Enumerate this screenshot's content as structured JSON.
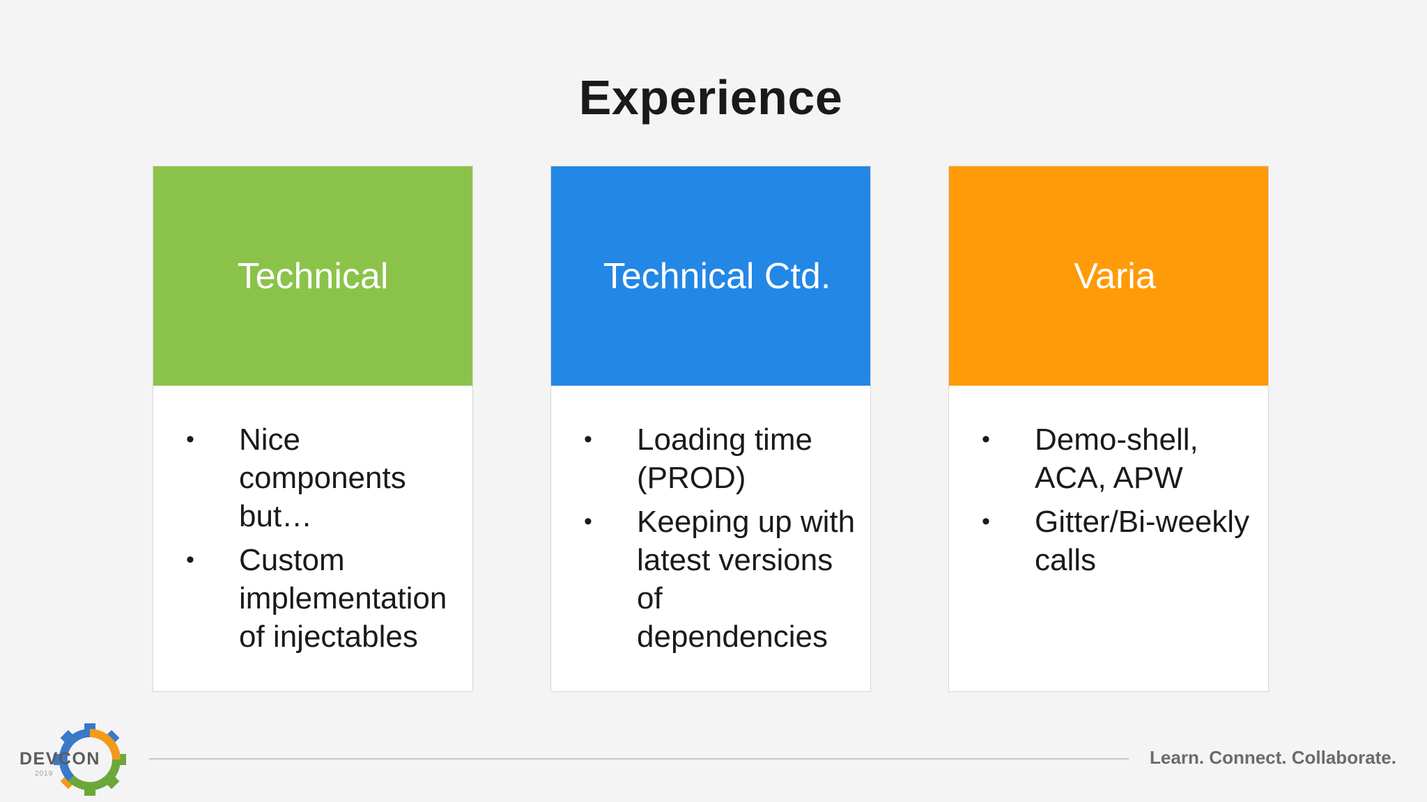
{
  "slide": {
    "title": "Experience"
  },
  "cards": [
    {
      "header": "Technical",
      "color": "#8bc34a",
      "bullets": [
        "Nice components but…",
        "Custom implementation of injectables"
      ]
    },
    {
      "header": "Technical Ctd.",
      "color": "#2387e6",
      "bullets": [
        "Loading time (PROD)",
        "Keeping up with latest versions of dependencies"
      ]
    },
    {
      "header": "Varia",
      "color": "#ff9b08",
      "bullets": [
        "Demo-shell, ACA, APW",
        "Gitter/Bi-weekly calls"
      ]
    }
  ],
  "footer": {
    "logo_text": "DEVCON",
    "logo_year": "2019",
    "tagline": "Learn. Connect. Collaborate."
  },
  "icons": {
    "logo": "gear-logo-icon",
    "bullet": "bullet-dot-icon"
  }
}
